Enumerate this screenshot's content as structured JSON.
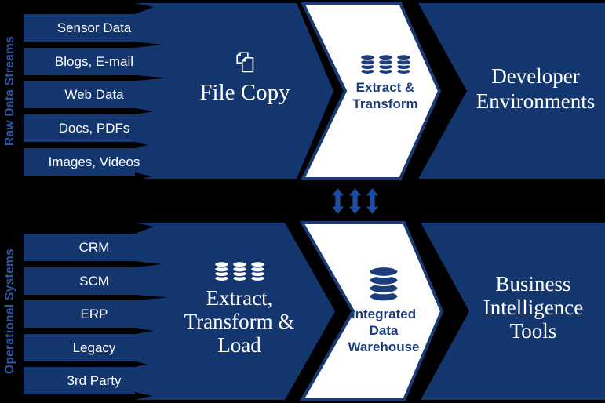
{
  "colors": {
    "background": "#000000",
    "band_navy": "#14366e",
    "accent_blue": "#2a57a6",
    "arrow_blue": "#1c4da2",
    "text_navy": "#1c3e7d",
    "chev_border": "#1a3a74",
    "white": "#ffffff"
  },
  "top_flow": {
    "side_label": "Raw Data Streams",
    "sources": [
      "Sensor Data",
      "Blogs, E-mail",
      "Web Data",
      "Docs, PDFs",
      "Images, Videos"
    ],
    "file_copy": {
      "label": "File Copy",
      "icon": "copy-pages-icon"
    },
    "extract_transform": {
      "label": "Extract & Transform",
      "line1": "Extract &",
      "line2": "Transform",
      "icon": "database-stack-icon"
    },
    "destination": {
      "label": "Developer Environments",
      "line1": "Developer",
      "line2": "Environments"
    }
  },
  "connector": {
    "icon": "double-arrow-icon",
    "arrow_count": 3
  },
  "bottom_flow": {
    "side_label": "Operational Systems",
    "sources": [
      "CRM",
      "SCM",
      "ERP",
      "Legacy",
      "3rd Party"
    ],
    "etl": {
      "label": "Extract, Transform & Load",
      "line1": "Extract,",
      "line2": "Transform &",
      "line3": "Load",
      "icon": "database-stack-icon"
    },
    "warehouse": {
      "label": "Integrated Data Warehouse",
      "line1": "Integrated",
      "line2": "Data",
      "line3": "Warehouse",
      "icon": "database-icon"
    },
    "destination": {
      "label": "Business Intelligence Tools",
      "line1": "Business",
      "line2": "Intelligence",
      "line3": "Tools"
    }
  }
}
